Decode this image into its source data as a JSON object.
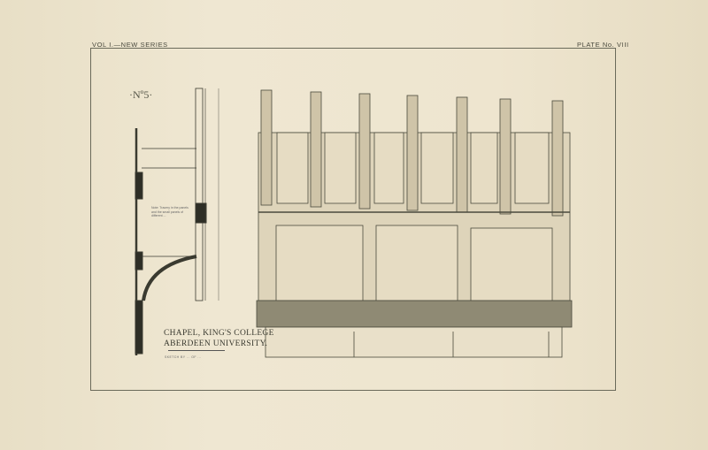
{
  "header": {
    "volume": "VOL I.—NEW SERIES",
    "plate": "PLATE No. VIII"
  },
  "drawing": {
    "number": "·Nº5·",
    "caption_line1": "CHAPEL, KING'S COLLEGE",
    "caption_line2": "ABERDEEN UNIVERSITY.",
    "credit": "SKETCH BY ... OF ...",
    "note": "Note: Tracery in the panels and the small panels of different ... "
  },
  "colors": {
    "paper": "#ece3cc",
    "ink": "#3a3a30"
  }
}
